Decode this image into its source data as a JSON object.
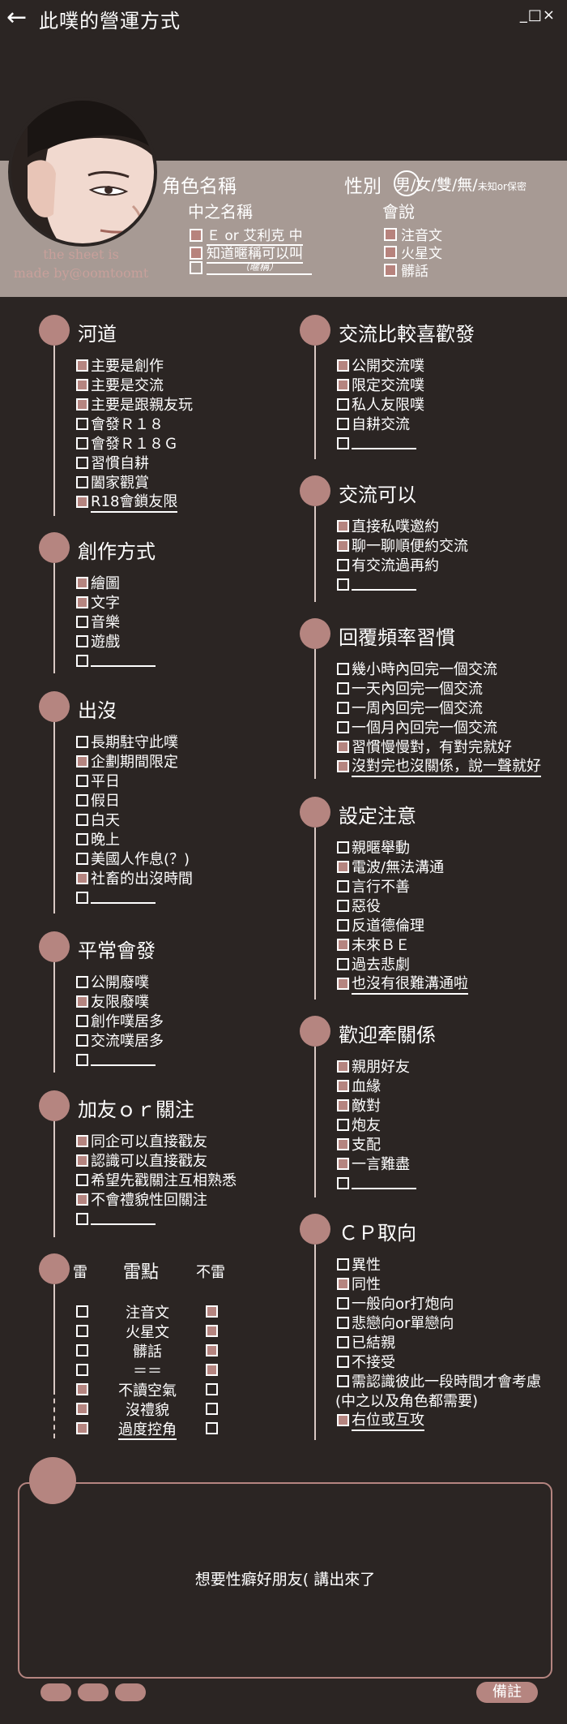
{
  "header": {
    "title": "此噗的營運方式",
    "back_icon": "left-arrow-icon",
    "window_controls": "_□×"
  },
  "profile": {
    "credit_line1": "the sheet is",
    "credit_line2": "made by@oomtoomt",
    "role_label": "角色名稱",
    "gender_label": "性別",
    "gender_options": [
      "男",
      "女",
      "雙",
      "無"
    ],
    "gender_other": "未知or保密",
    "nickname_label": "中之名稱",
    "nickname_items": [
      {
        "text": "Ｅ or 艾利克 中",
        "checked": true
      },
      {
        "text": "知道暱稱可以叫",
        "checked": true
      },
      {
        "text": "（暱稱）",
        "checked": false
      }
    ],
    "speak_label": "會說",
    "speak_items": [
      {
        "text": "注音文",
        "checked": true
      },
      {
        "text": "火星文",
        "checked": true
      },
      {
        "text": "髒話",
        "checked": true
      }
    ]
  },
  "left_sections": [
    {
      "title": "河道",
      "items": [
        {
          "text": "主要是創作",
          "checked": true
        },
        {
          "text": "主要是交流",
          "checked": true
        },
        {
          "text": "主要是跟親友玩",
          "checked": true
        },
        {
          "text": "會發Ｒ１８",
          "checked": false
        },
        {
          "text": "會發Ｒ１８Ｇ",
          "checked": false
        },
        {
          "text": "習慣自耕",
          "checked": false
        },
        {
          "text": "闔家觀賞",
          "checked": false
        },
        {
          "text": "R18會鎖友限",
          "checked": true,
          "underline": true
        }
      ]
    },
    {
      "title": "創作方式",
      "items": [
        {
          "text": "繪圖",
          "checked": true
        },
        {
          "text": "文字",
          "checked": true
        },
        {
          "text": "音樂",
          "checked": false
        },
        {
          "text": "遊戲",
          "checked": false
        },
        {
          "text": "",
          "checked": false,
          "blank": true
        }
      ]
    },
    {
      "title": "出沒",
      "items": [
        {
          "text": "長期駐守此噗",
          "checked": false
        },
        {
          "text": "企劃期間限定",
          "checked": true
        },
        {
          "text": "平日",
          "checked": false
        },
        {
          "text": "假日",
          "checked": false
        },
        {
          "text": "白天",
          "checked": false
        },
        {
          "text": "晚上",
          "checked": false
        },
        {
          "text": "美國人作息(？)",
          "checked": false
        },
        {
          "text": "社畜的出沒時間",
          "checked": true
        },
        {
          "text": "",
          "checked": false,
          "blank": true
        }
      ]
    },
    {
      "title": "平常會發",
      "items": [
        {
          "text": "公開廢噗",
          "checked": false
        },
        {
          "text": "友限廢噗",
          "checked": true
        },
        {
          "text": "創作噗居多",
          "checked": false
        },
        {
          "text": "交流噗居多",
          "checked": false
        },
        {
          "text": "",
          "checked": false,
          "blank": true
        }
      ]
    },
    {
      "title": "加友ｏｒ關注",
      "items": [
        {
          "text": "同企可以直接戳友",
          "checked": true
        },
        {
          "text": "認識可以直接戳友",
          "checked": true
        },
        {
          "text": "希望先戳關注互相熟悉",
          "checked": false
        },
        {
          "text": "不會禮貌性回關注",
          "checked": true
        },
        {
          "text": "",
          "checked": false,
          "blank": true
        }
      ]
    }
  ],
  "thunder": {
    "left_label": "雷",
    "title": "雷點",
    "right_label": "不雷",
    "rows": [
      {
        "text": "注音文",
        "thunder": false,
        "ok": true
      },
      {
        "text": "火星文",
        "thunder": false,
        "ok": true
      },
      {
        "text": "髒話",
        "thunder": false,
        "ok": true
      },
      {
        "text": "＝＝",
        "thunder": false,
        "ok": true
      },
      {
        "text": "不讀空氣",
        "thunder": true,
        "ok": false
      },
      {
        "text": "沒禮貌",
        "thunder": true,
        "ok": false
      },
      {
        "text": "過度控角",
        "thunder": true,
        "ok": false,
        "underline": true
      }
    ]
  },
  "right_sections": [
    {
      "title": "交流比較喜歡發",
      "items": [
        {
          "text": "公開交流噗",
          "checked": true
        },
        {
          "text": "限定交流噗",
          "checked": true
        },
        {
          "text": "私人友限噗",
          "checked": false
        },
        {
          "text": "自耕交流",
          "checked": false
        },
        {
          "text": "",
          "checked": false,
          "blank": true
        }
      ]
    },
    {
      "title": "交流可以",
      "items": [
        {
          "text": "直接私噗邀約",
          "checked": true
        },
        {
          "text": "聊一聊順便約交流",
          "checked": true
        },
        {
          "text": "有交流過再約",
          "checked": false
        },
        {
          "text": "",
          "checked": false,
          "blank": true
        }
      ]
    },
    {
      "title": "回覆頻率習慣",
      "items": [
        {
          "text": "幾小時內回完一個交流",
          "checked": false
        },
        {
          "text": "一天內回完一個交流",
          "checked": false
        },
        {
          "text": "一周內回完一個交流",
          "checked": false
        },
        {
          "text": "一個月內回完一個交流",
          "checked": false
        },
        {
          "text": "習慣慢慢對，有對完就好",
          "checked": true
        },
        {
          "text": "沒對完也沒關係，說一聲就好",
          "checked": true,
          "underline": true
        }
      ]
    },
    {
      "title": "設定注意",
      "items": [
        {
          "text": "親暱舉動",
          "checked": false
        },
        {
          "text": "電波/無法溝通",
          "checked": true
        },
        {
          "text": "言行不善",
          "checked": false
        },
        {
          "text": "惡役",
          "checked": false
        },
        {
          "text": "反道德倫理",
          "checked": false
        },
        {
          "text": "未來ＢＥ",
          "checked": true
        },
        {
          "text": "過去悲劇",
          "checked": false
        },
        {
          "text": "也沒有很難溝通啦",
          "checked": true,
          "underline": true
        }
      ]
    },
    {
      "title": "歡迎牽關係",
      "items": [
        {
          "text": "親朋好友",
          "checked": true
        },
        {
          "text": "血緣",
          "checked": true
        },
        {
          "text": "敵對",
          "checked": true
        },
        {
          "text": "炮友",
          "checked": false
        },
        {
          "text": "支配",
          "checked": true
        },
        {
          "text": "一言難盡",
          "checked": true
        },
        {
          "text": "",
          "checked": false,
          "blank": true
        }
      ]
    },
    {
      "title": "ＣＰ取向",
      "items": [
        {
          "text": "異性",
          "checked": false
        },
        {
          "text": "同性",
          "checked": true
        },
        {
          "text": "一般向or打炮向",
          "checked": false
        },
        {
          "text": "悲戀向or單戀向",
          "checked": false
        },
        {
          "text": "已結親",
          "checked": false
        },
        {
          "text": "不接受",
          "checked": false
        },
        {
          "text": "需認識彼此一段時間才會考慮",
          "checked": false
        },
        {
          "text": "(中之以及角色都需要)",
          "checked": false,
          "nobox": true
        },
        {
          "text": "右位或互攻",
          "checked": true,
          "underline": true
        }
      ]
    }
  ],
  "bottom": {
    "message": "想要性癖好朋友( 講出來了",
    "notes_label": "備註"
  }
}
